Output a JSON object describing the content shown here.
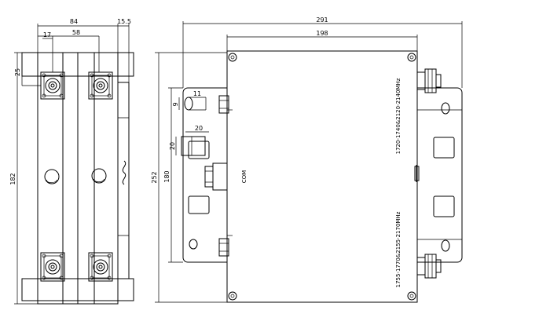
{
  "left_view": {
    "dimensions": {
      "overall_width": "84",
      "offset_right": "15.5",
      "spacing": "58",
      "offset_left": "17",
      "top_offset": "25",
      "height": "182"
    }
  },
  "right_view": {
    "dimensions": {
      "overall_length": "291",
      "body_length": "198",
      "overall_height": "252",
      "inner_height": "180",
      "port_w": "11",
      "port_h": "9",
      "box_w": "20",
      "box_h": "20"
    },
    "labels": {
      "port_top": "1720-1740&2120-2140MHz",
      "port_common": "COM",
      "port_bottom": "1755-1770&2155-2170MHz"
    }
  }
}
